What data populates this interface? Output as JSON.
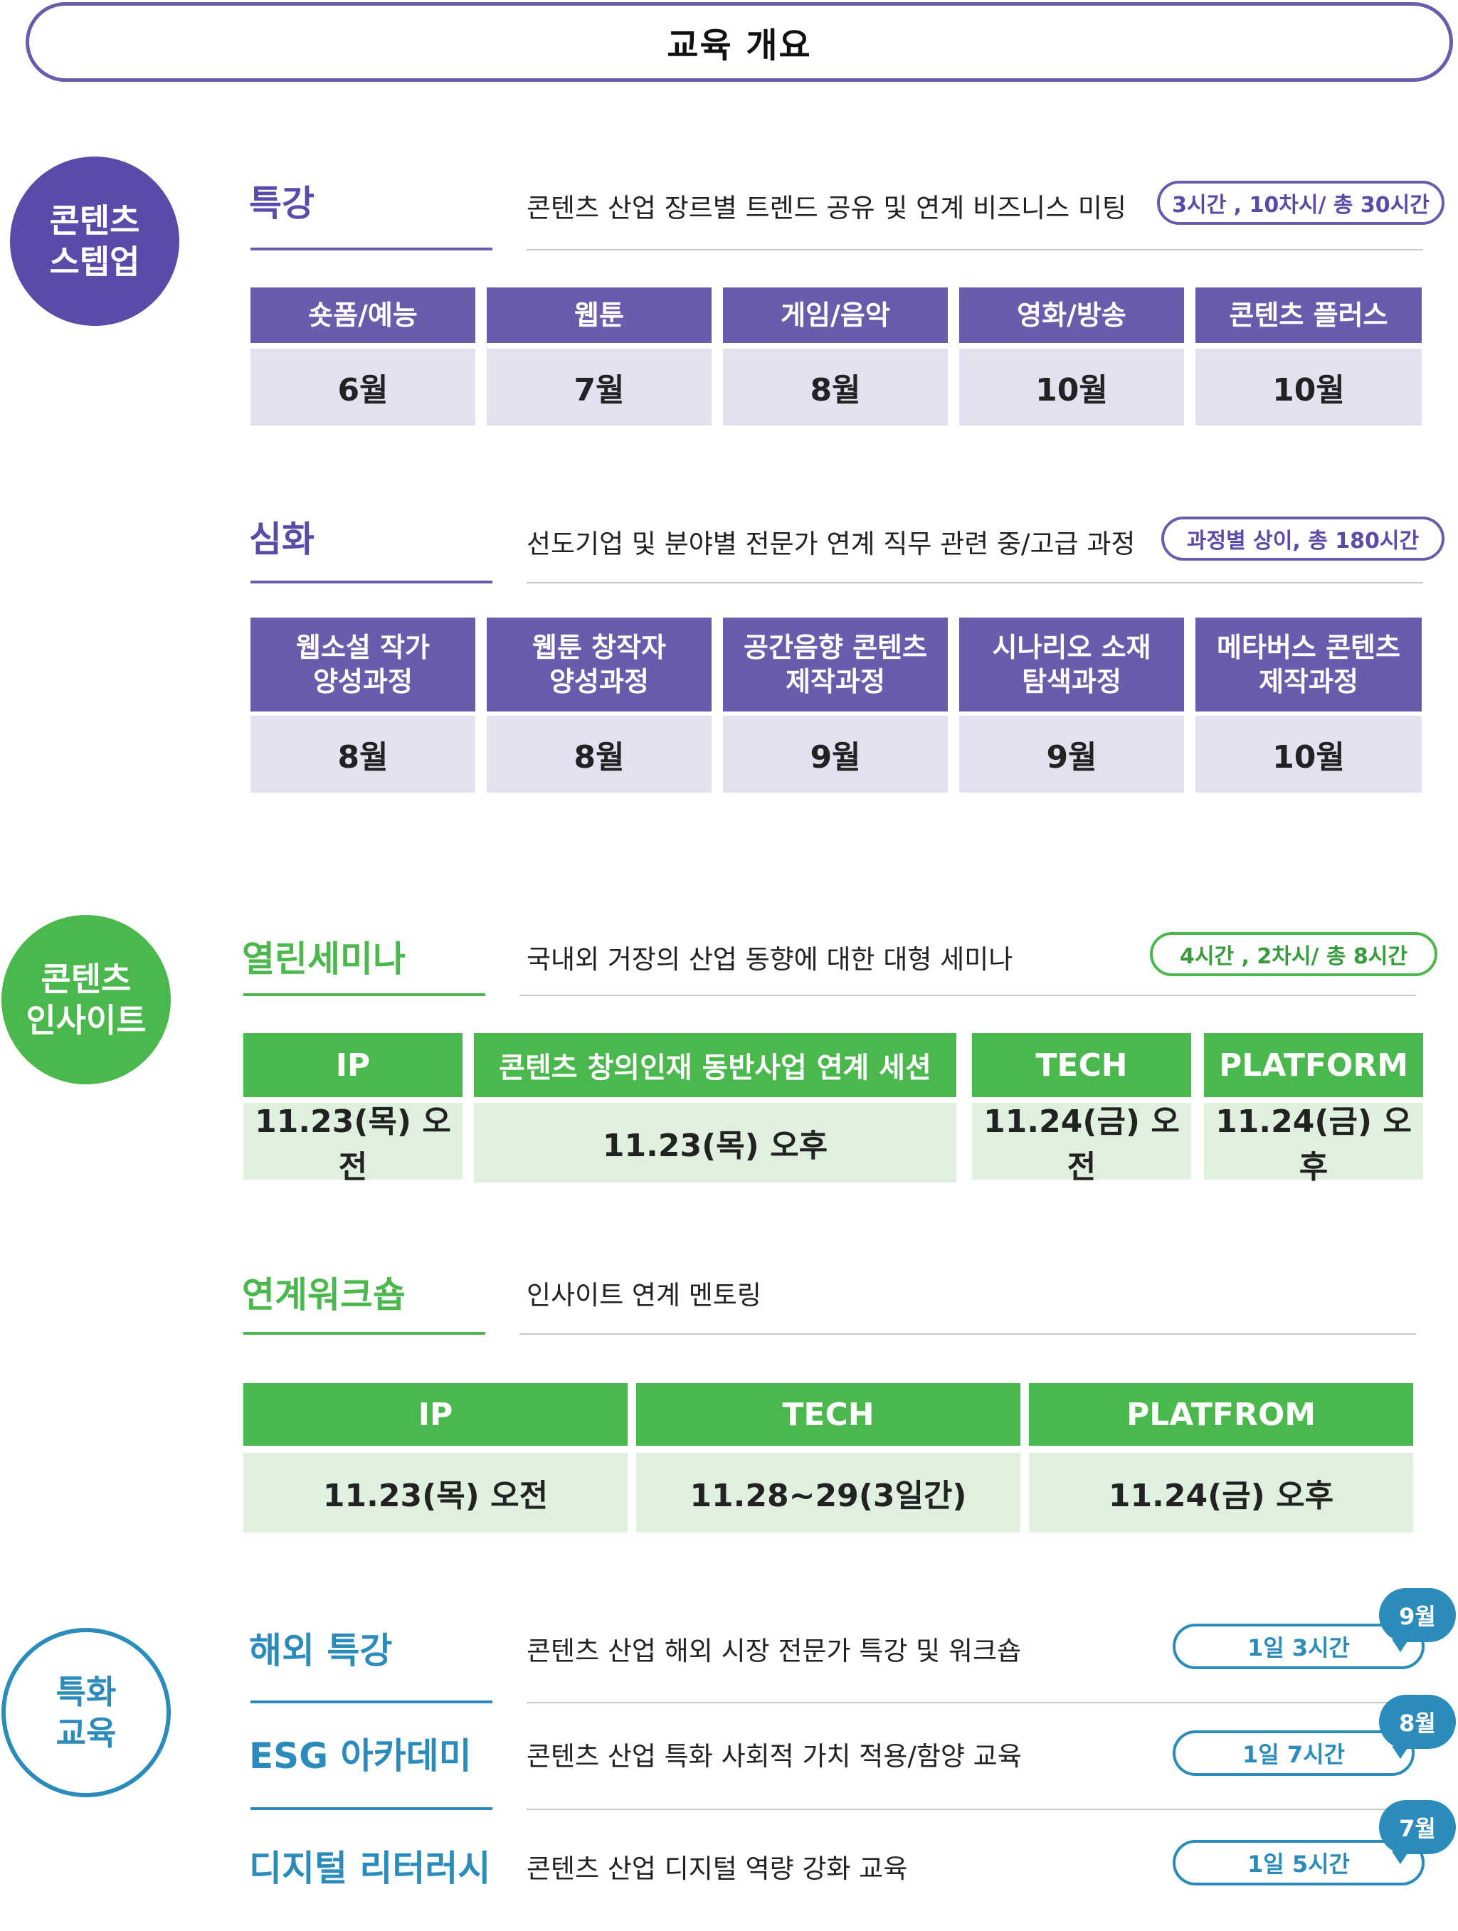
{
  "page_title": "교육 개요",
  "colors": {
    "purple": "#5b4aa7",
    "green": "#4ab84d",
    "blue": "#2b8cbb"
  },
  "groups": {
    "stepup": "콘텐츠\n스텝업",
    "insight": "콘텐츠\n인사이트",
    "special": "특화\n교육"
  },
  "special_lecture": {
    "title": "특강",
    "desc": "콘텐츠 산업 장르별 트렌드 공유 및 연계 비즈니스 미팅",
    "badge": "3시간 , 10차시/ 총 30시간",
    "items": [
      {
        "head": "숏폼/예능",
        "month": "6월"
      },
      {
        "head": "웹툰",
        "month": "7월"
      },
      {
        "head": "게임/음악",
        "month": "8월"
      },
      {
        "head": "영화/방송",
        "month": "10월"
      },
      {
        "head": "콘텐츠 플러스",
        "month": "10월"
      }
    ]
  },
  "advanced": {
    "title": "심화",
    "desc": "선도기업 및 분야별 전문가 연계 직무 관련 중/고급 과정",
    "badge": "과정별 상이, 총 180시간",
    "items": [
      {
        "head": "웹소설 작가\n양성과정",
        "month": "8월"
      },
      {
        "head": "웹툰 창작자\n양성과정",
        "month": "8월"
      },
      {
        "head": "공간음향 콘텐츠\n제작과정",
        "month": "9월"
      },
      {
        "head": "시나리오 소재\n탐색과정",
        "month": "9월"
      },
      {
        "head": "메타버스 콘텐츠\n제작과정",
        "month": "10월"
      }
    ]
  },
  "seminar": {
    "title": "열린세미나",
    "desc": "국내외 거장의 산업 동향에 대한 대형 세미나",
    "badge": "4시간 , 2차시/ 총 8시간",
    "items": [
      {
        "head": "IP",
        "date": "11.23(목) 오전"
      },
      {
        "head": "콘텐츠 창의인재  동반사업 연계 세션",
        "date": "11.23(목) 오후"
      },
      {
        "head": "TECH",
        "date": "11.24(금) 오전"
      },
      {
        "head": "PLATFORM",
        "date": "11.24(금) 오후"
      }
    ]
  },
  "workshop": {
    "title": "연계워크숍",
    "desc": "인사이트 연계 멘토링",
    "items": [
      {
        "head": "IP",
        "date": "11.23(목) 오전"
      },
      {
        "head": "TECH",
        "date": "11.28~29(3일간)"
      },
      {
        "head": "PLATFROM",
        "date": "11.24(금) 오후"
      }
    ]
  },
  "special_edu": [
    {
      "title": "해외 특강",
      "desc": "콘텐츠 산업 해외 시장 전문가 특강 및 워크숍",
      "duration": "1일  3시간",
      "month": "9월"
    },
    {
      "title": "ESG 아카데미",
      "desc": "콘텐츠 산업 특화  사회적 가치 적용/함양 교육",
      "duration": "1일  7시간",
      "month": "8월"
    },
    {
      "title": "디지털 리터러시",
      "desc": "콘텐츠 산업 디지털 역량 강화 교육",
      "duration": "1일  5시간",
      "month": "7월"
    }
  ]
}
